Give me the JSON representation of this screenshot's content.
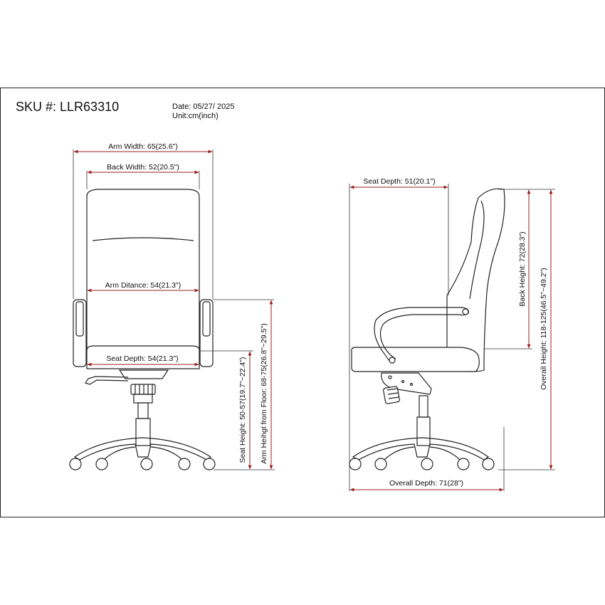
{
  "header": {
    "sku": "SKU #: LLR63310",
    "date": "Date: 05/27/ 2025",
    "unit": "Unit:cm(inch)"
  },
  "front_view": {
    "arm_width": "Arm Width: 65(25.6\")",
    "back_width": "Back Width: 52(20.5\")",
    "arm_distance": "Arm Ditance: 54(21.3\")",
    "seat_depth": "Seat Depth: 54(21.3\")",
    "seat_height": "Seat Height: 50-57(19.7\"~22.4\")",
    "arm_height": "Arm Heihgt from Floor: 68-75(26.8\"~29.5\")"
  },
  "side_view": {
    "seat_depth": "Seat Depth: 51(20.1\")",
    "back_height": "Back Height: 72(28.3\")",
    "overall_height": "Overall Height: 118-125(46.5\"~49.2\")",
    "overall_depth": "Overall Depth: 71(28\")"
  },
  "colors": {
    "line": "#222222",
    "dimension": "#9a1f1f",
    "background": "#ffffff"
  }
}
